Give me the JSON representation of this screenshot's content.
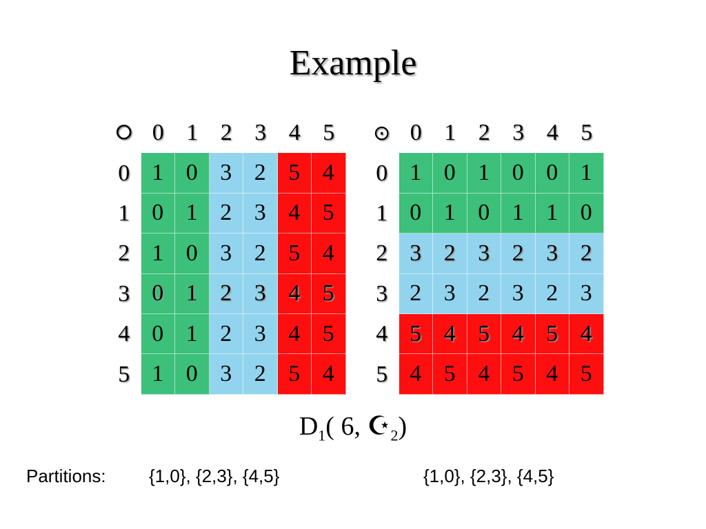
{
  "title": "Example",
  "tables": [
    {
      "operator_symbol": "⭘",
      "col_headers": [
        "0",
        "1",
        "2",
        "3",
        "4",
        "5"
      ],
      "row_headers": [
        "0",
        "1",
        "2",
        "3",
        "4",
        "5"
      ],
      "rows": [
        [
          "1",
          "0",
          "3",
          "2",
          "5",
          "4"
        ],
        [
          "0",
          "1",
          "2",
          "3",
          "4",
          "5"
        ],
        [
          "1",
          "0",
          "3",
          "2",
          "5",
          "4"
        ],
        [
          "0",
          "1",
          "2",
          "3",
          "4",
          "5"
        ],
        [
          "0",
          "1",
          "2",
          "3",
          "4",
          "5"
        ],
        [
          "1",
          "0",
          "3",
          "2",
          "5",
          "4"
        ]
      ],
      "color_mode": "columns",
      "bold_rows": [
        3
      ]
    },
    {
      "operator_symbol": "⊙",
      "col_headers": [
        "0",
        "1",
        "2",
        "3",
        "4",
        "5"
      ],
      "row_headers": [
        "0",
        "1",
        "2",
        "3",
        "4",
        "5"
      ],
      "rows": [
        [
          "1",
          "0",
          "1",
          "0",
          "0",
          "1"
        ],
        [
          "0",
          "1",
          "0",
          "1",
          "1",
          "0"
        ],
        [
          "3",
          "2",
          "3",
          "2",
          "3",
          "2"
        ],
        [
          "2",
          "3",
          "2",
          "3",
          "2",
          "3"
        ],
        [
          "5",
          "4",
          "5",
          "4",
          "5",
          "4"
        ],
        [
          "4",
          "5",
          "4",
          "5",
          "4",
          "5"
        ]
      ],
      "color_mode": "rows",
      "bold_rows": [
        2,
        4
      ]
    }
  ],
  "colors": {
    "green": "#3cc07a",
    "blue": "#92d4ee",
    "red": "#fd0f0f"
  },
  "formula": {
    "base": "D",
    "base_sub": "1",
    "open": "(",
    "args": " 6, ",
    "symbol": "☪",
    "symbol_sub": "2",
    "close": ")"
  },
  "partitions": {
    "label": "Partitions:",
    "left": "{1,0}, {2,3}, {4,5}",
    "right": "{1,0}, {2,3}, {4,5}"
  }
}
